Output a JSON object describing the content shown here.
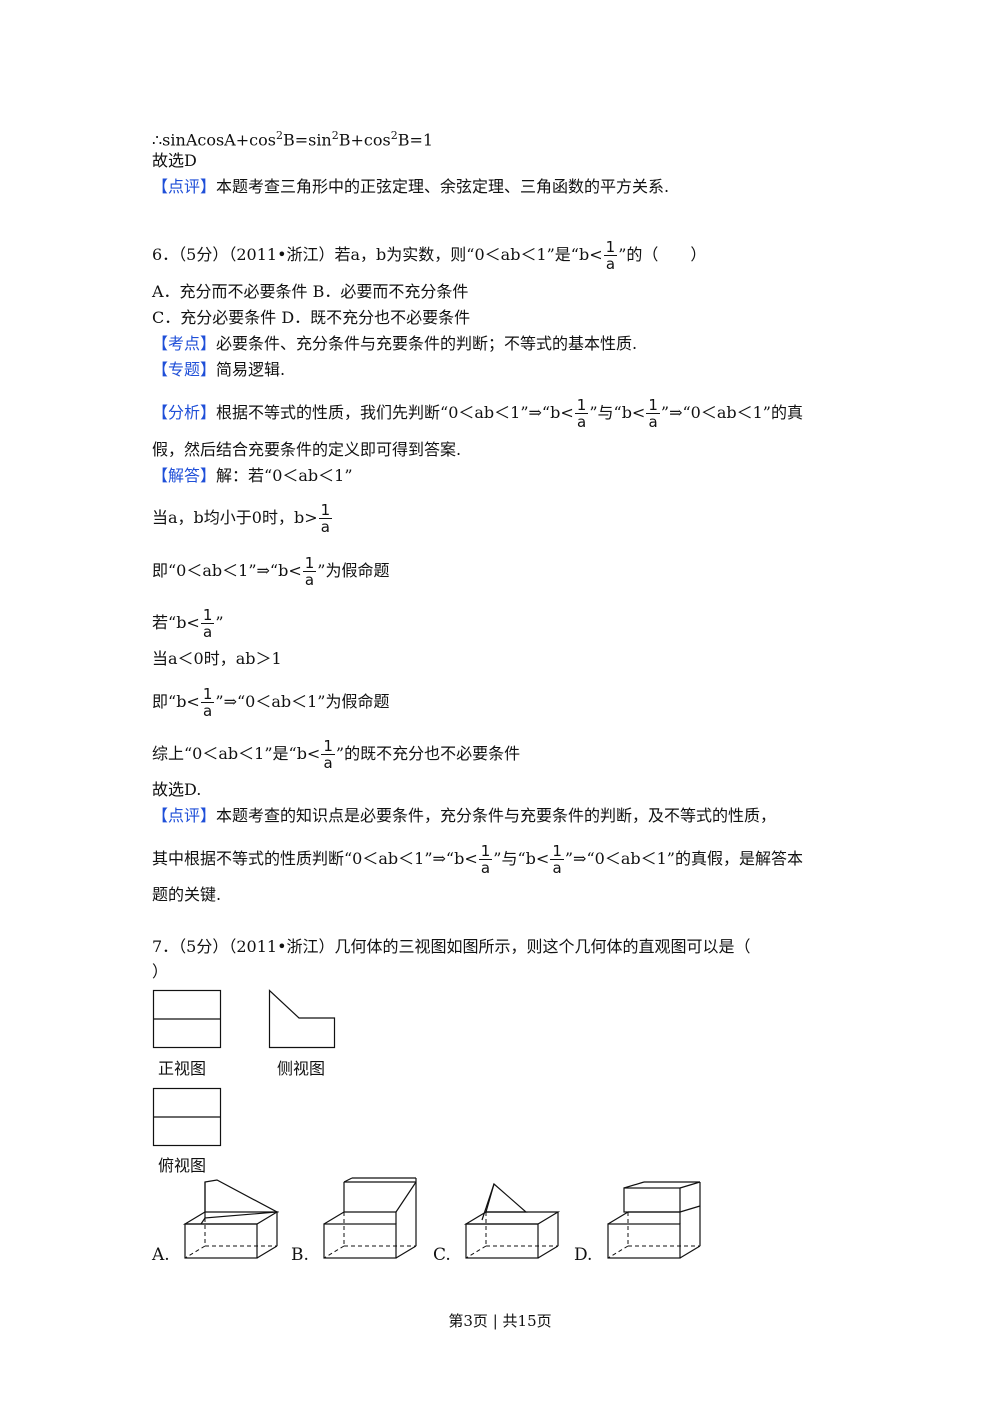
{
  "prev": {
    "line_a": "∴sinAcosA+cos",
    "line_b": "B=sin",
    "line_c": "B+cos",
    "line_d": "B=1",
    "sup2": "2",
    "select": "故选D",
    "comment_tag": "【点评】",
    "comment": "本题考查三角形中的正弦定理、余弦定理、三角函数的平方关系."
  },
  "q6": {
    "stem_a": "6．（5分）（2011•浙江）若a，b为实数，则“0＜ab＜1”是“",
    "stem_b": "”的（　　）",
    "b_lt": "b<",
    "b_gt": "b>",
    "one": "1",
    "a": "a",
    "option_ab": "A．充分而不必要条件 B．必要而不充分条件",
    "option_cd": "C．充分必要条件 D．既不充分也不必要条件",
    "kaodian_tag": "【考点】",
    "kaodian": "必要条件、充分条件与充要条件的判断；不等式的基本性质.",
    "zhuanti_tag": "【专题】",
    "zhuanti": "简易逻辑.",
    "fenxi_tag": "【分析】",
    "fenxi_a": "根据不等式的性质，我们先判断“0＜ab＜1”⇒“",
    "fenxi_b": "”与“",
    "fenxi_c": "”⇒“0＜ab＜1”的真",
    "fenxi_d": "假，然后结合充要条件的定义即可得到答案.",
    "jieda_tag": "【解答】",
    "jieda": "解：若“0＜ab＜1”",
    "s1": "当a，b均小于0时，",
    "s2_a": "即“0＜ab＜1”⇒“",
    "s2_b": "”为假命题",
    "s3_a": "若“",
    "s3_b": "”",
    "s4": "当a＜0时，ab＞1",
    "s5_a": "即“",
    "s5_b": "”⇒“0＜ab＜1”为假命题",
    "s6_a": "综上“0＜ab＜1”是“",
    "s6_b": "”的既不充分也不必要条件",
    "s7": "故选D.",
    "dianping_tag": "【点评】",
    "dp_a": "本题考查的知识点是必要条件，充分条件与充要条件的判断，及不等式的性质，",
    "dp_b": "其中根据不等式的性质判断“0＜ab＜1”⇒“",
    "dp_c": "”与“",
    "dp_d": "”⇒“0＜ab＜1”的真假，是解答本",
    "dp_e": "题的关键."
  },
  "q7": {
    "stem": "7．（5分）（2011•浙江）几何体的三视图如图所示，则这个几何体的直观图可以是（",
    "stem_end": "）",
    "front": "正视图",
    "side": "侧视图",
    "top": "俯视图",
    "opt_a": "A.",
    "opt_b": "B.",
    "opt_c": "C.",
    "opt_d": "D."
  },
  "footer": {
    "page": "第3页",
    "sep": "|",
    "total": "共15页"
  }
}
